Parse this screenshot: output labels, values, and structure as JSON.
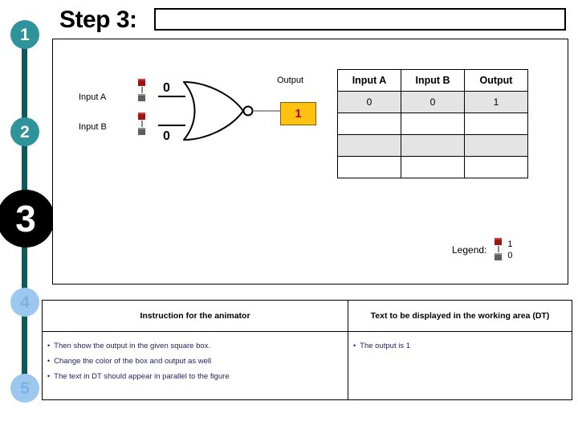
{
  "header": {
    "step_title": "Step 3:",
    "title_input_value": "",
    "title_input_placeholder": ""
  },
  "step_rail": {
    "steps": [
      {
        "number": "1",
        "state": "done"
      },
      {
        "number": "2",
        "state": "done"
      },
      {
        "number": "3",
        "state": "active"
      },
      {
        "number": "4",
        "state": "upcoming"
      },
      {
        "number": "5",
        "state": "upcoming"
      }
    ],
    "colors": {
      "done": "#2f9499",
      "active": "#000000",
      "upcoming": "#9cc8f0",
      "line": "#0d5a5c"
    }
  },
  "working_area": {
    "gate": {
      "type": "nor-gate",
      "input_a_label": "Input A",
      "input_b_label": "Input B",
      "input_a_value": "0",
      "input_b_value": "0",
      "output_label": "Output",
      "output_value": "1",
      "output_box_color": "#ffc20e",
      "output_text_color": "#c00000"
    },
    "legend": {
      "label": "Legend:",
      "high_value": "1",
      "low_value": "0"
    }
  },
  "truth_table": {
    "columns": [
      "Input A",
      "Input B",
      "Output"
    ],
    "rows": [
      {
        "cells": [
          "0",
          "0",
          "1"
        ],
        "shaded": true
      },
      {
        "cells": [
          "",
          "",
          ""
        ],
        "shaded": false
      },
      {
        "cells": [
          "",
          "",
          ""
        ],
        "shaded": true
      },
      {
        "cells": [
          "",
          "",
          ""
        ],
        "shaded": false
      }
    ]
  },
  "notes_table": {
    "columns": [
      "Instruction for the animator",
      "Text to be displayed in the working area (DT)"
    ],
    "animator_instructions": [
      "Then show the output in the given square box.",
      "Change the color of the box and output as well",
      "The text in DT should appear  in parallel to the figure"
    ],
    "dt_text": [
      "The output is 1"
    ]
  }
}
